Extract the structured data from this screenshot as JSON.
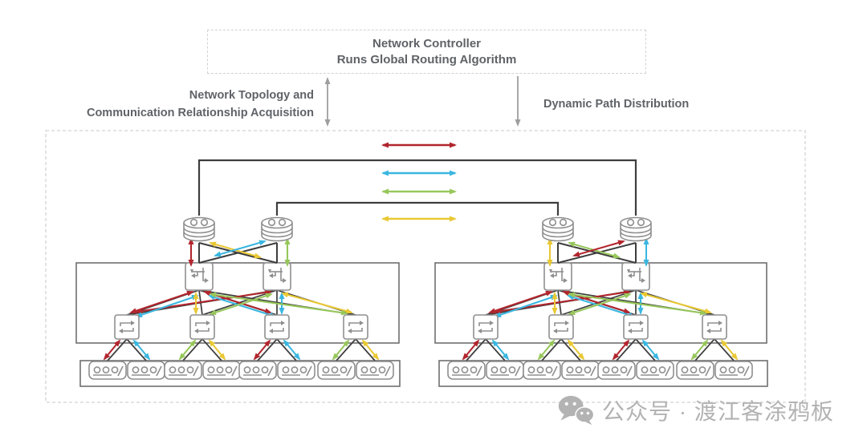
{
  "controller": {
    "title": "Network Controller",
    "subtitle": "Runs Global Routing Algorithm"
  },
  "annotations": {
    "left_arrow_label_line1": "Network Topology and",
    "left_arrow_label_line2": "Communication Relationship Acquisition",
    "right_arrow_label": "Dynamic Path Distribution"
  },
  "watermark": {
    "icon": "wechat-icon",
    "source_label": "公众号 · 渡江客涂鸦板"
  },
  "colors": {
    "path_red": "#b2262e",
    "path_blue": "#3ab7e0",
    "path_green": "#97c75b",
    "path_yellow": "#e9c834",
    "line_black": "#3d3d3d",
    "device_gray": "#8f8f8f",
    "box_gray": "#666666",
    "dashed_border": "#d2d2d2",
    "text_gray": "#5f6368",
    "arrow_gray": "#9e9e9e",
    "watermark_gray": "#b3b3b3"
  },
  "diagram": {
    "type": "fat-tree-network-topology",
    "pods": 2,
    "core_routers_per_pod": 2,
    "aggregation_switches_per_pod": 2,
    "edge_switches_per_pod": 4,
    "hosts_per_edge_switch": 2,
    "legend_path_colors": [
      "#b2262e",
      "#3ab7e0",
      "#97c75b",
      "#e9c834"
    ]
  }
}
